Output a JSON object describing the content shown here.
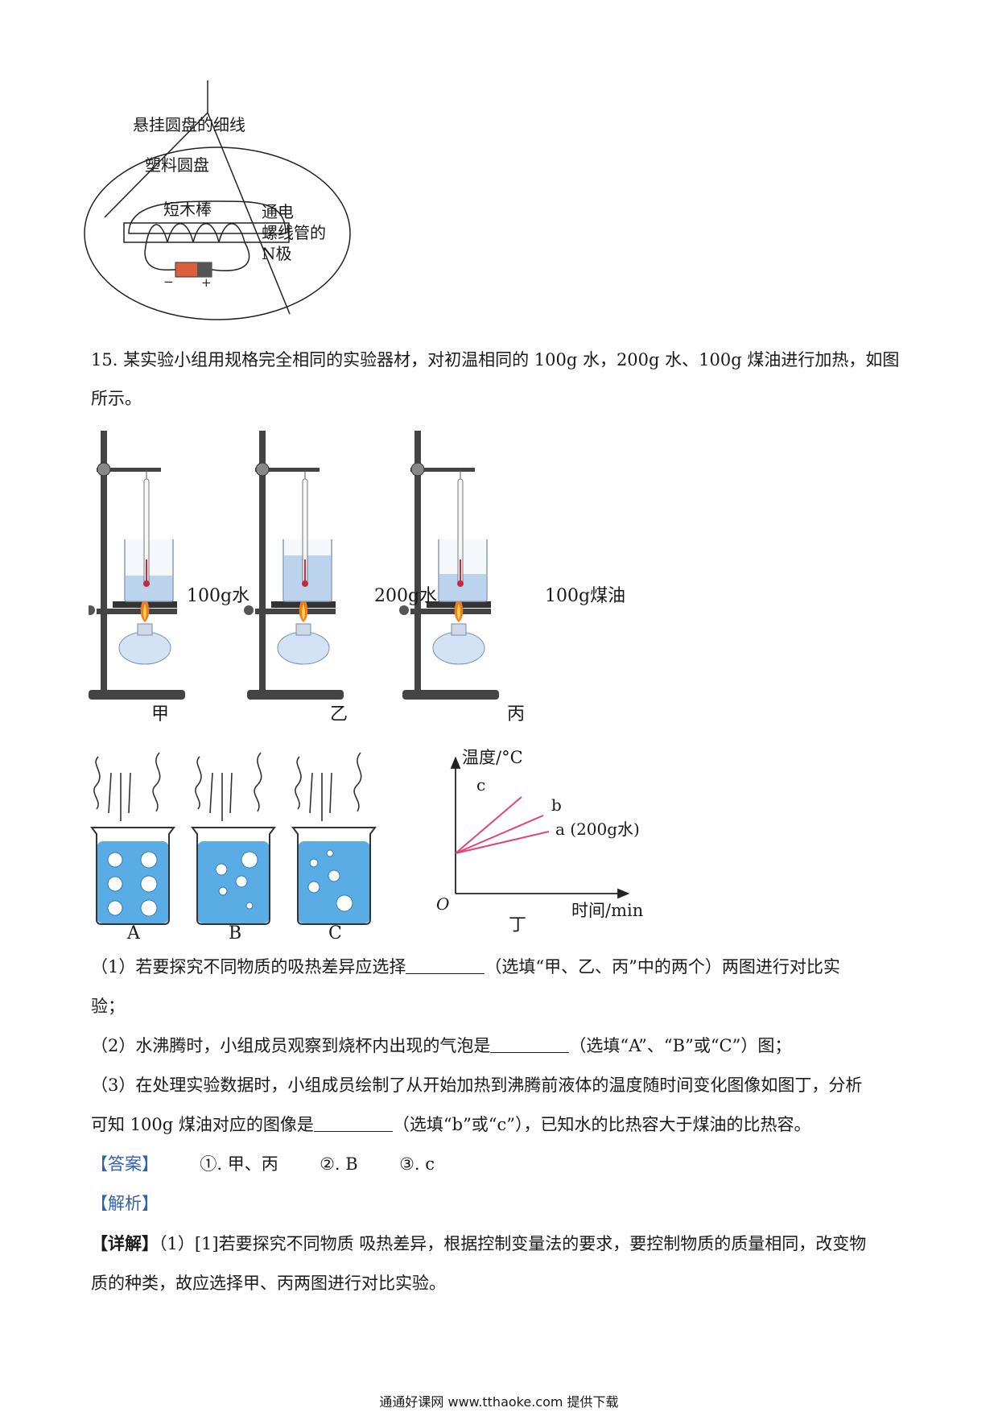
{
  "figure_solenoid": {
    "label_thread": "悬挂圆盘的细线",
    "label_disk": "塑料圆盘",
    "label_stick": "短木棒",
    "label_npole_1": "通电",
    "label_npole_2": "螺线管的",
    "label_npole_3": "N极",
    "battery_minus": "−",
    "battery_plus": "+"
  },
  "question": {
    "stem_line1": "15. 某实验小组用规格完全相同的实验器材，对初温相同的 100g 水，200g 水、100g 煤油进行加热，如图",
    "stem_line2": "所示。"
  },
  "figure_setup": {
    "items": [
      {
        "liquid": "100g水",
        "caption": "甲"
      },
      {
        "liquid": "200g水",
        "caption": "乙"
      },
      {
        "liquid": "100g煤油",
        "caption": "丙"
      }
    ]
  },
  "figure_bubbles": {
    "captions": [
      "A",
      "B",
      "C"
    ]
  },
  "figure_graph": {
    "y_label": "温度/°C",
    "x_label": "时间/min",
    "origin": "O",
    "caption": "丁",
    "line_c": "c",
    "line_b": "b",
    "line_a": "a (200g水)"
  },
  "parts": {
    "p1_a": "（1）若要探究不同物质的吸热差异应选择",
    "p1_b": "（选填“甲、乙、丙”中的两个）两图进行对比实",
    "p1_c": "验；",
    "p2_a": "（2）水沸腾时，小组成员观察到烧杯内出现的气泡是",
    "p2_b": "（选填“A”、“B”或“C”）图；",
    "p3_a": "（3）在处理实验数据时，小组成员绘制了从开始加热到沸腾前液体的温度随时间变化图像如图丁，分析",
    "p3_b": "可知 100g 煤油对应的图像是",
    "p3_c": "（选填“b”或“c”），已知水的比热容大于煤油的比热容。"
  },
  "answer": {
    "label": "【答案】",
    "a1": "①. 甲、丙",
    "a2": "②. B",
    "a3": "③. c"
  },
  "analysis": {
    "label": "【解析】"
  },
  "detail": {
    "label": "【详解】",
    "line1": "（1）[1]若要探究不同物质  吸热差异，根据控制变量法的要求，要控制物质的质量相同，改变物",
    "line2": "质的种类，故应选择甲、丙两图进行对比实验。"
  },
  "footer": {
    "text": "通通好课网  www.tthaoke.com  提供下载"
  }
}
